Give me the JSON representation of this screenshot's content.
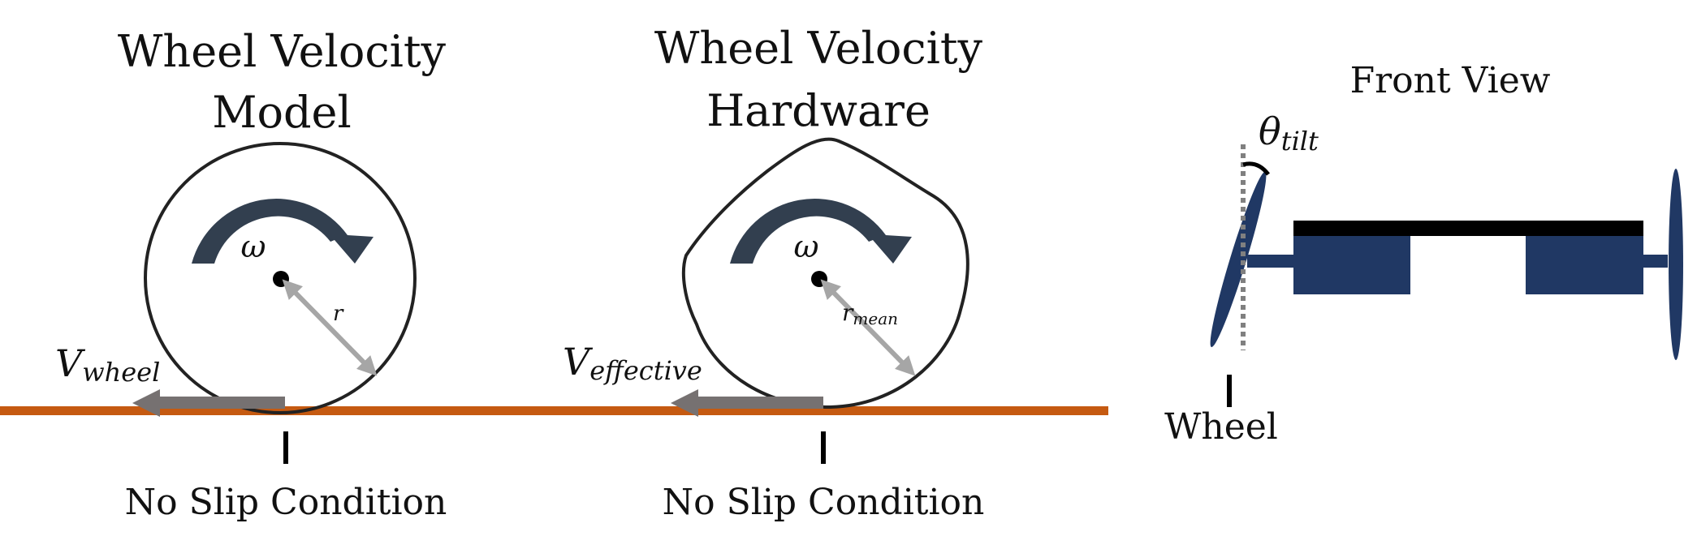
{
  "colors": {
    "ground": "#C55A11",
    "arrow_curved": "#323F4F",
    "velocity_arrow": "#767171",
    "radius_arrow": "#A6A6A6",
    "axle_blue": "#203864",
    "chassis_black": "#000000",
    "outline": "#222222",
    "tilt_line": "#808080"
  },
  "panel_model": {
    "title_line1": "Wheel Velocity",
    "title_line2": "Model",
    "omega": "ω",
    "radius_label": "r",
    "velocity_main": "V",
    "velocity_sub": "wheel",
    "caption": "No Slip Condition"
  },
  "panel_hardware": {
    "title_line1": "Wheel Velocity",
    "title_line2": "Hardware",
    "omega": "ω",
    "radius_main": "r",
    "radius_sub": "mean",
    "velocity_main": "V",
    "velocity_sub": "effective",
    "caption": "No Slip Condition"
  },
  "panel_front": {
    "title": "Front View",
    "angle_main": "θ",
    "angle_sub": "tilt",
    "wheel_label": "Wheel"
  }
}
